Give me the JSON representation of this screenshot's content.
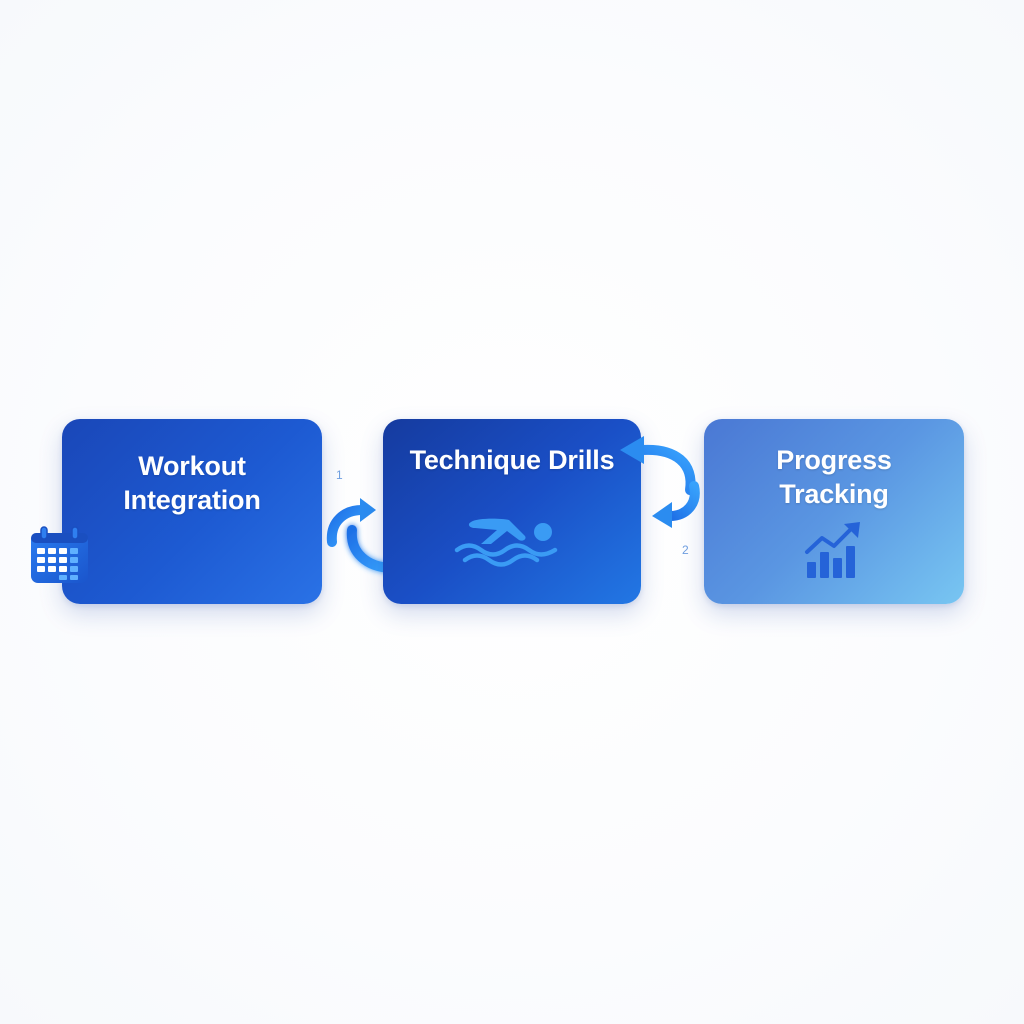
{
  "steps": [
    {
      "title_line1": "Workout",
      "title_line2": "Integration",
      "icon": "calendar-icon"
    },
    {
      "title_line1": "Technique Drills",
      "title_line2": "",
      "icon": "swimmer-icon"
    },
    {
      "title_line1": "Progress",
      "title_line2": "Tracking",
      "icon": "bar-chart-trend-icon"
    }
  ],
  "connectors": [
    {
      "label": "1",
      "icon": "curved-double-arrow-icon"
    },
    {
      "label": "2",
      "icon": "curved-return-arrow-icon"
    }
  ],
  "colors": {
    "card1": "#1d5ad2",
    "card2": "#1a4fc6",
    "card3": "#5a96e2",
    "arrow": "#2b8cf0",
    "icon": "#1e66e0"
  }
}
